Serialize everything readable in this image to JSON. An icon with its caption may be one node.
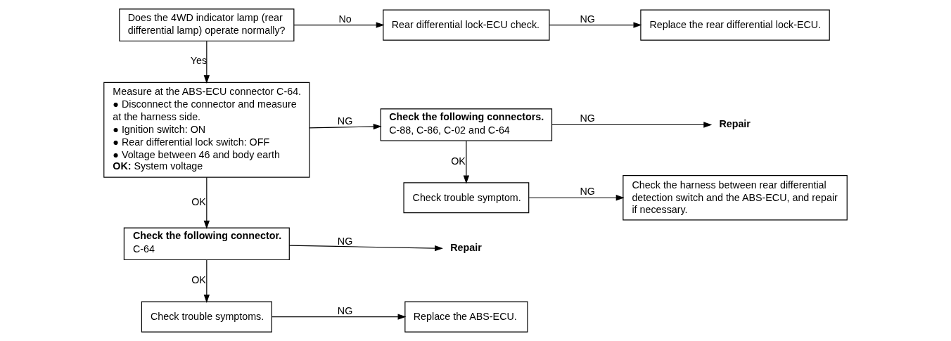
{
  "diagram": {
    "nodes": [
      {
        "text": [
          "Does the 4WD indicator lamp (rear differential lamp) operate normally?"
        ]
      },
      {
        "text": [
          "Rear differential lock-ECU check."
        ]
      },
      {
        "text": [
          "Replace the rear differential lock-ECU."
        ]
      },
      {
        "text": [
          "Measure at the ABS-ECU connector C-64.",
          "● Disconnect the connector and measure at the harness side.",
          "● Ignition switch: ON",
          "● Rear differential lock switch: OFF",
          "● Voltage between 46 and body earth",
          "**OK:** System voltage"
        ]
      },
      {
        "text": [
          "**Check the following connectors.**",
          "C-88, C-86, C-02 and C-64"
        ]
      },
      {
        "text": [
          "**Repair**"
        ]
      },
      {
        "text": [
          "Check trouble symptom."
        ]
      },
      {
        "text": [
          "Check the harness between rear differential detection switch and the ABS-ECU, and repair if necessary."
        ]
      },
      {
        "text": [
          "**Check the following connector.**",
          "C-64"
        ]
      },
      {
        "text": [
          "**Repair**"
        ]
      },
      {
        "text": [
          "Check trouble symptoms."
        ]
      },
      {
        "text": [
          "Replace the ABS-ECU."
        ]
      }
    ],
    "edges": [
      {
        "from": 0,
        "to": 1,
        "arrow": "to",
        "label": "No"
      },
      {
        "from": 1,
        "to": 2,
        "arrow": "to",
        "label": "NG"
      },
      {
        "from": 0,
        "to": 3,
        "arrow": "to",
        "label": "Yes"
      },
      {
        "from": 3,
        "to": 4,
        "arrow": "to",
        "label": "NG"
      },
      {
        "from": 4,
        "to": 5,
        "arrow": "to",
        "label": "NG"
      },
      {
        "from": 4,
        "to": 6,
        "arrow": "to",
        "label": "OK"
      },
      {
        "from": 6,
        "to": 7,
        "arrow": "to",
        "label": "NG"
      },
      {
        "from": 3,
        "to": 8,
        "arrow": "to",
        "label": "OK"
      },
      {
        "from": 8,
        "to": 9,
        "arrow": "to",
        "label": "NG"
      },
      {
        "from": 8,
        "to": 10,
        "arrow": "to",
        "label": "OK"
      },
      {
        "from": 10,
        "to": 11,
        "arrow": "to",
        "label": "NG"
      }
    ]
  }
}
